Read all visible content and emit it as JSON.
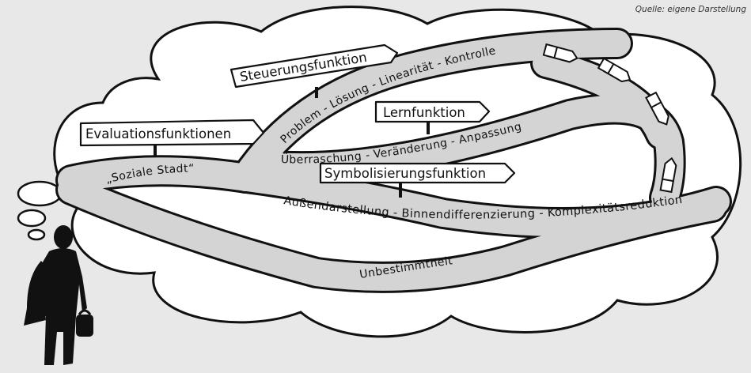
{
  "source_note": "Quelle: eigene Darstellung",
  "signs": {
    "steuerung": "Steuerungsfunktion",
    "evaluation": "Evaluationsfunktionen",
    "lern": "Lernfunktion",
    "symbol": "Symbolisierungsfunktion"
  },
  "roads": {
    "soziale_stadt": "„Soziale Stadt“",
    "problem": "Problem - Lösung - Linearität - Kontrolle",
    "ueberraschung": "Überraschung - Veränderung - Anpassung",
    "aussen": "Außendarstellung - Binnendifferenzierung - Komplexitätsreduktion",
    "unbestimmtheit": "Unbestimmtheit"
  }
}
